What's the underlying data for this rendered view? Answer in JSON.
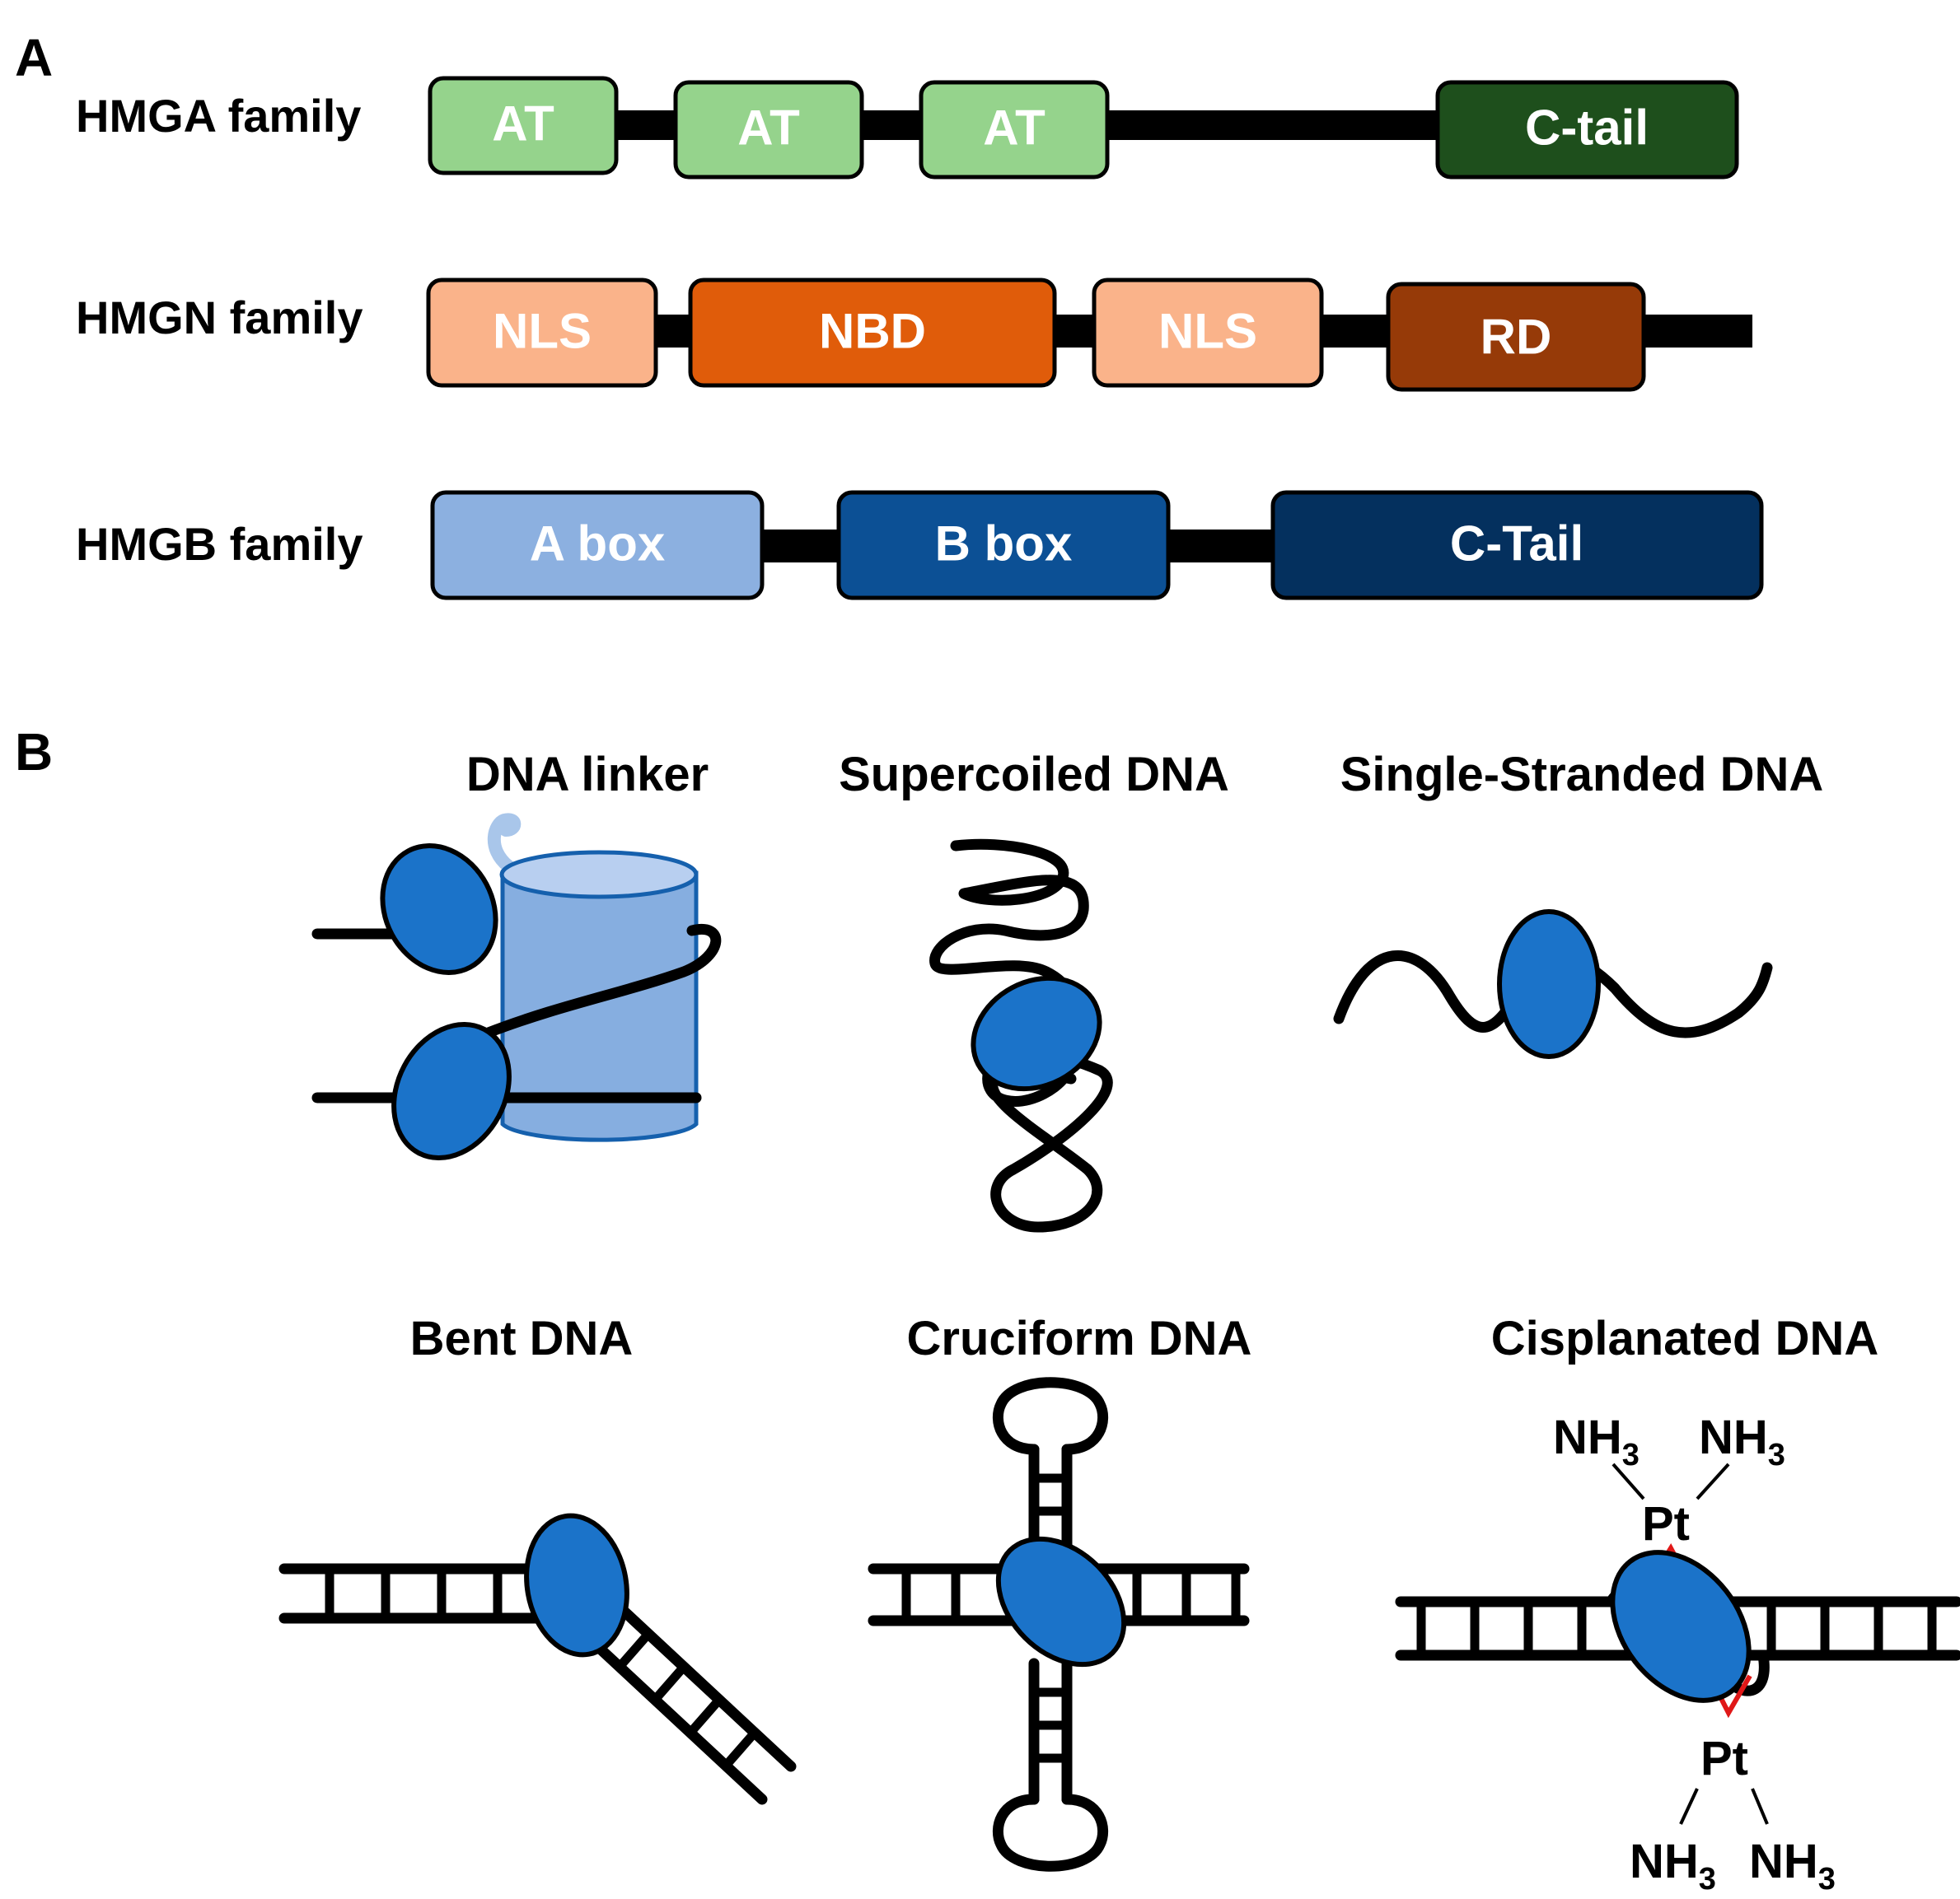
{
  "panel_a": {
    "letter": "A",
    "families": [
      {
        "label": "HMGA family",
        "domains": [
          {
            "text": "AT",
            "color": "#95d38c"
          },
          {
            "text": "AT",
            "color": "#95d38c"
          },
          {
            "text": "AT",
            "color": "#95d38c"
          },
          {
            "text": "C-tail",
            "color": "#1e4f1c"
          }
        ]
      },
      {
        "label": "HMGN family",
        "domains": [
          {
            "text": "NLS",
            "color": "#fab38a"
          },
          {
            "text": "NBD",
            "color": "#e05c0a"
          },
          {
            "text": "NLS",
            "color": "#fab38a"
          },
          {
            "text": "RD",
            "color": "#963a08"
          }
        ]
      },
      {
        "label": "HMGB family",
        "domains": [
          {
            "text": "A box",
            "color": "#8cb0e0"
          },
          {
            "text": "B box",
            "color": "#0c5095"
          },
          {
            "text": "C-Tail",
            "color": "#04305e"
          }
        ]
      }
    ]
  },
  "panel_b": {
    "letter": "B",
    "titles": {
      "dna_linker": "DNA linker",
      "supercoiled": "Supercoiled DNA",
      "single_stranded": "Single-Stranded DNA",
      "bent": "Bent DNA",
      "cruciform": "Cruciform DNA",
      "cisplanated": "Cisplanated DNA"
    },
    "chemistry": {
      "ligand": "NH",
      "ligand_subscript": "3",
      "metal": "Pt"
    },
    "colors": {
      "protein": "#1b73c9",
      "histone": "#86aee0",
      "histone_top": "#b8cff0",
      "histone_tail": "#a9c6ea",
      "crosslink": "#e01818"
    }
  }
}
